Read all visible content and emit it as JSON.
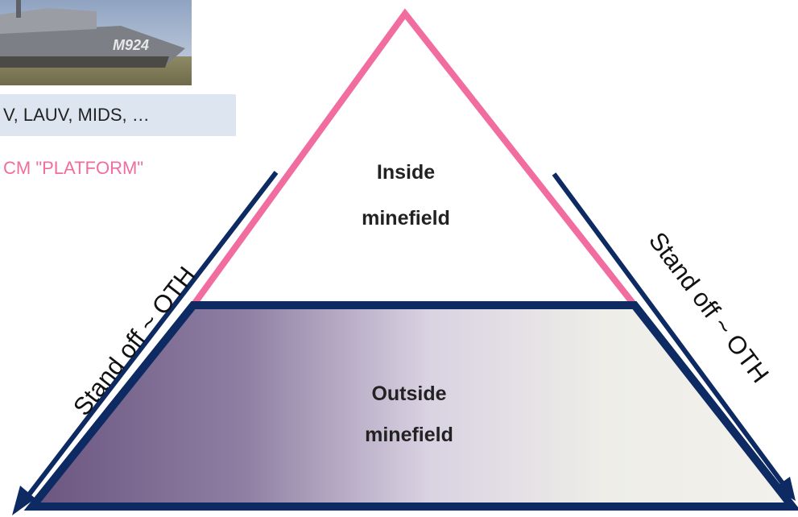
{
  "vehicles_label": "V, LAUV, MIDS, …",
  "platform_label": "CM \"PLATFORM\"",
  "ship_hull_number": "M924",
  "tiers": {
    "inside": [
      "Inside",
      "minefield"
    ],
    "outside": [
      "Outside",
      "minefield"
    ]
  },
  "standoff_left": "Stand off ~ OTH",
  "standoff_right": "Stand off ~ OTH",
  "colors": {
    "pink": "#f26d9f",
    "navy": "#0d2a63",
    "label_bg": "#dde6f0"
  }
}
